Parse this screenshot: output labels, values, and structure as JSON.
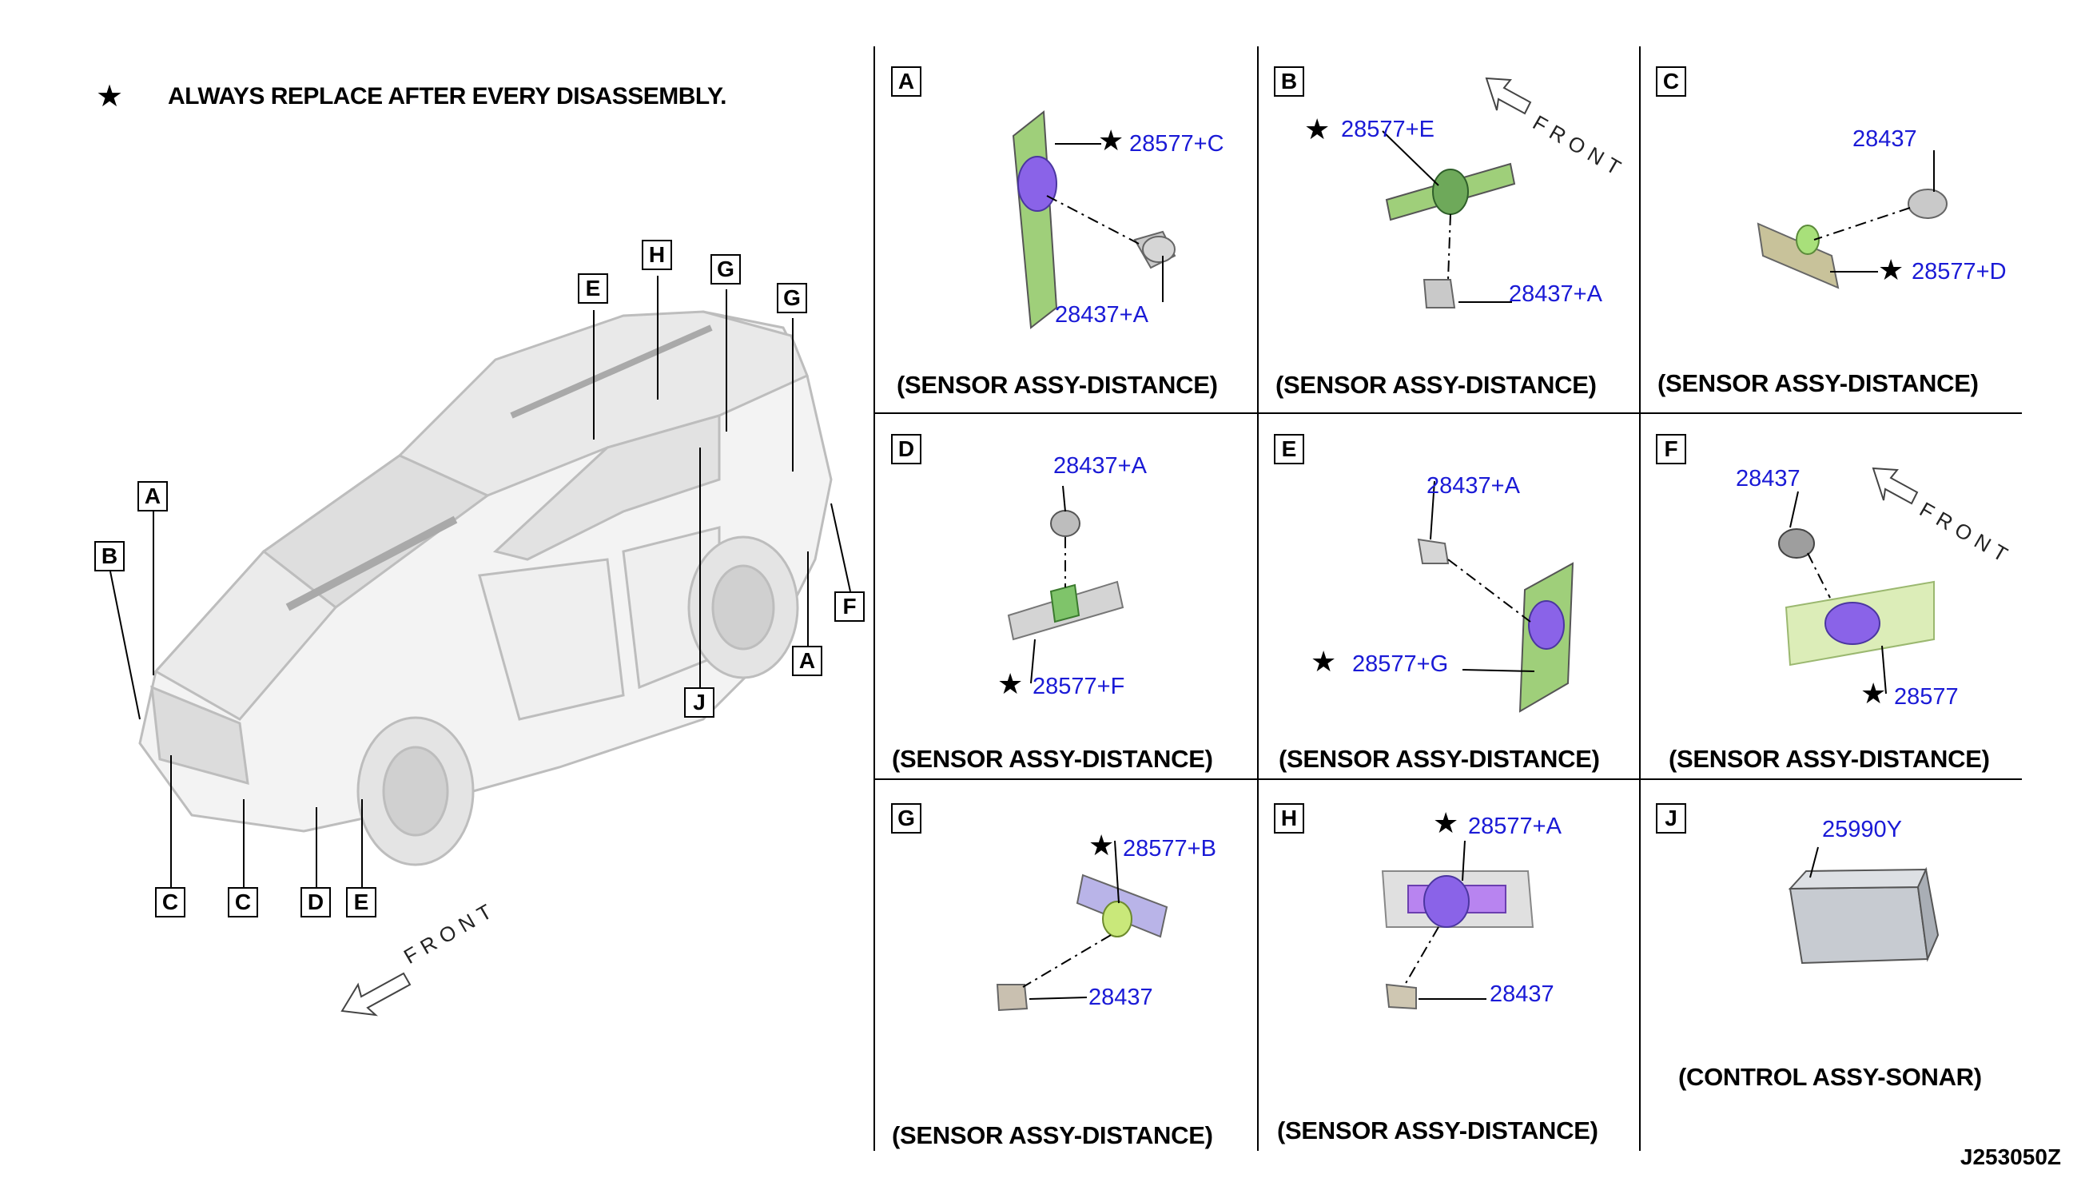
{
  "note": {
    "star": "★",
    "text": "ALWAYS REPLACE AFTER EVERY DISASSEMBLY."
  },
  "drawing_code": "J253050Z",
  "front_label": "FRONT",
  "vehicle_callouts": {
    "A": "A",
    "B": "B",
    "C": "C",
    "D": "D",
    "E": "E",
    "F": "F",
    "G": "G",
    "H": "H",
    "J": "J"
  },
  "panels": [
    {
      "letter": "A",
      "caption": "(SENSOR ASSY-DISTANCE)",
      "parts": [
        "28577+C",
        "28437+A"
      ]
    },
    {
      "letter": "B",
      "caption": "(SENSOR ASSY-DISTANCE)",
      "parts": [
        "28577+E",
        "28437+A"
      ]
    },
    {
      "letter": "C",
      "caption": "(SENSOR ASSY-DISTANCE)",
      "parts": [
        "28437",
        "28577+D"
      ]
    },
    {
      "letter": "D",
      "caption": "(SENSOR ASSY-DISTANCE)",
      "parts": [
        "28437+A",
        "28577+F"
      ]
    },
    {
      "letter": "E",
      "caption": "(SENSOR ASSY-DISTANCE)",
      "parts": [
        "28437+A",
        "28577+G"
      ]
    },
    {
      "letter": "F",
      "caption": "(SENSOR ASSY-DISTANCE)",
      "parts": [
        "28437",
        "28577"
      ]
    },
    {
      "letter": "G",
      "caption": "(SENSOR ASSY-DISTANCE)",
      "parts": [
        "28577+B",
        "28437"
      ]
    },
    {
      "letter": "H",
      "caption": "(SENSOR ASSY-DISTANCE)",
      "parts": [
        "28577+A",
        "28437"
      ]
    },
    {
      "letter": "J",
      "caption": "(CONTROL ASSY-SONAR)",
      "parts": [
        "25990Y"
      ]
    }
  ],
  "colors": {
    "part_number": "#1a1ad6",
    "bracket_green": "#9fcf7a",
    "sensor_purple": "#8a63e8",
    "sensor_grey": "#c9c9c9"
  }
}
